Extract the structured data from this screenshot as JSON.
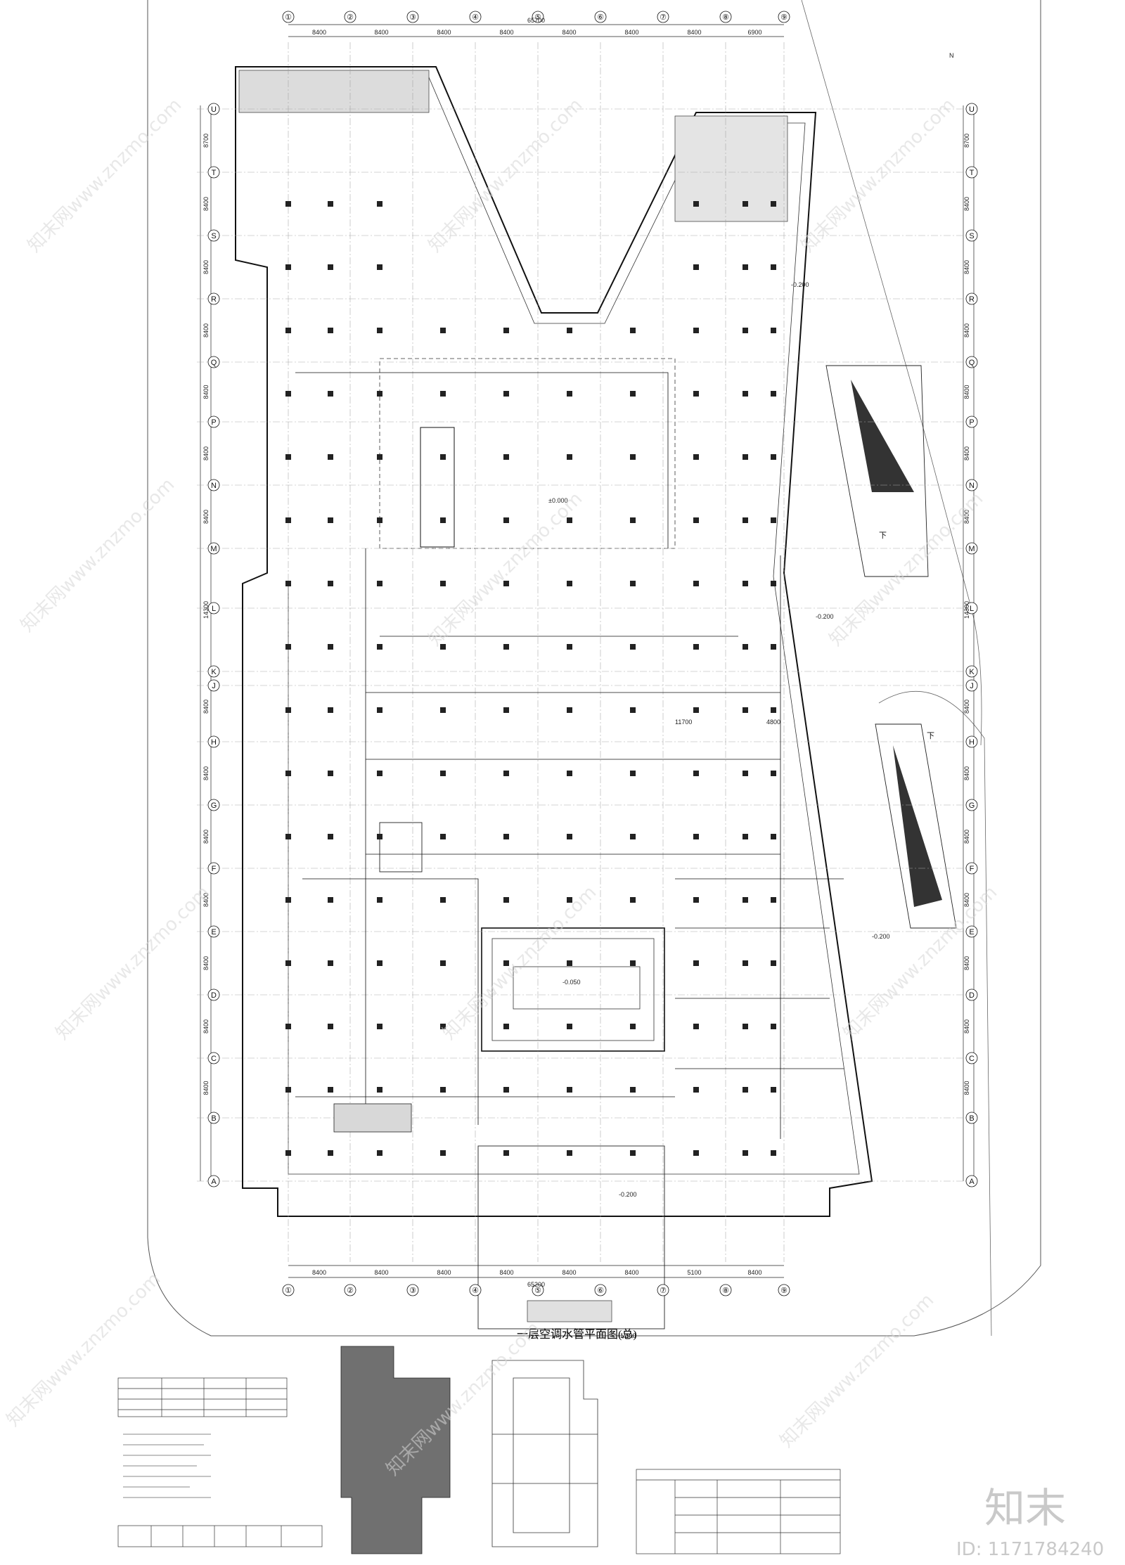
{
  "drawing": {
    "title": "一层空调水管平面图(总)",
    "scale": "1:100"
  },
  "dimensions": {
    "top_overall": "65700",
    "bottom_overall": "65200",
    "top_bays": [
      "8400",
      "8400",
      "8400",
      "8400",
      "8400",
      "8400",
      "8400",
      "6900"
    ],
    "bottom_bays": [
      "8400",
      "8400",
      "8400",
      "8400",
      "8400",
      "8400",
      "5100",
      "8400"
    ],
    "left_bays": [
      "8700",
      "8400",
      "8400",
      "8400",
      "8400",
      "8400",
      "8400",
      "14300",
      "8400",
      "8400",
      "8400",
      "8400",
      "8400",
      "8400",
      "8400"
    ],
    "right_bays": [
      "8700",
      "8400",
      "8400",
      "8400",
      "8400",
      "8400",
      "8400",
      "14300",
      "8400",
      "8400",
      "8400",
      "8400",
      "8400",
      "8400",
      "8400"
    ],
    "inner_span_a": "11700",
    "inner_span_b": "4800"
  },
  "grid": {
    "columns_top": [
      "①",
      "②",
      "③",
      "④",
      "⑤",
      "⑥",
      "⑦",
      "⑧",
      "⑨"
    ],
    "columns_bottom": [
      "①",
      "②",
      "③",
      "④",
      "⑤",
      "⑥",
      "⑦",
      "⑧",
      "⑨"
    ],
    "rows": [
      "U",
      "T",
      "S",
      "R",
      "Q",
      "P",
      "N",
      "M",
      "L",
      "K",
      "J",
      "H",
      "G",
      "F",
      "E",
      "D",
      "C",
      "B",
      "A"
    ]
  },
  "levels": [
    "-0.200",
    "-0.200",
    "-0.200",
    "-0.200",
    "±0.000",
    "-0.050"
  ],
  "side_labels": {
    "ramp_top": "下",
    "ramp_bottom": "下",
    "north": "N"
  },
  "brand": {
    "logo": "知末",
    "id": "ID: 1171784240"
  },
  "watermark": "知末网www.znzmo.com"
}
